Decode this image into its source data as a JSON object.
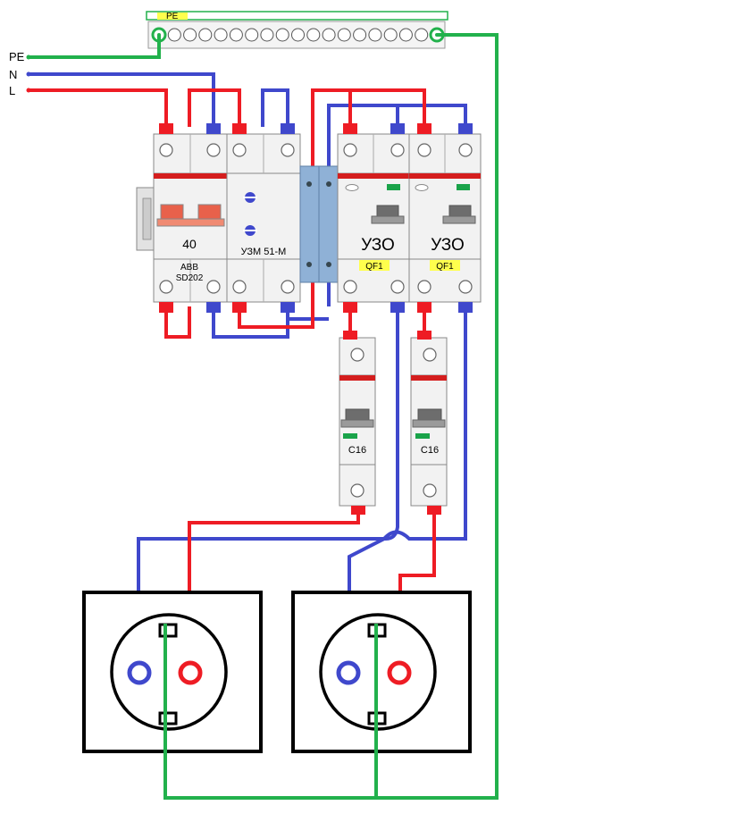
{
  "pe_bus": {
    "label": "PE",
    "terminal_count": 19
  },
  "inputs": {
    "pe": "PE",
    "n": "N",
    "l": "L"
  },
  "main_breaker": {
    "rating": "40",
    "brand": "ABB",
    "model": "SD202"
  },
  "voltage_relay": {
    "label": "УЗМ 51-М"
  },
  "rcd_left": {
    "title": "УЗО",
    "tag": "QF1"
  },
  "rcd_right": {
    "title": "УЗО",
    "tag": "QF1"
  },
  "breaker_left": {
    "rating": "C16"
  },
  "breaker_right": {
    "rating": "C16"
  },
  "colors": {
    "phase": "#ee1c24",
    "neutral": "#3f48cc",
    "ground": "#22b14c",
    "device_body": "#f2f2f2",
    "device_stripe": "#d41e1e",
    "busbar": "#8fb1d6",
    "highlight": "#ffff4d"
  }
}
